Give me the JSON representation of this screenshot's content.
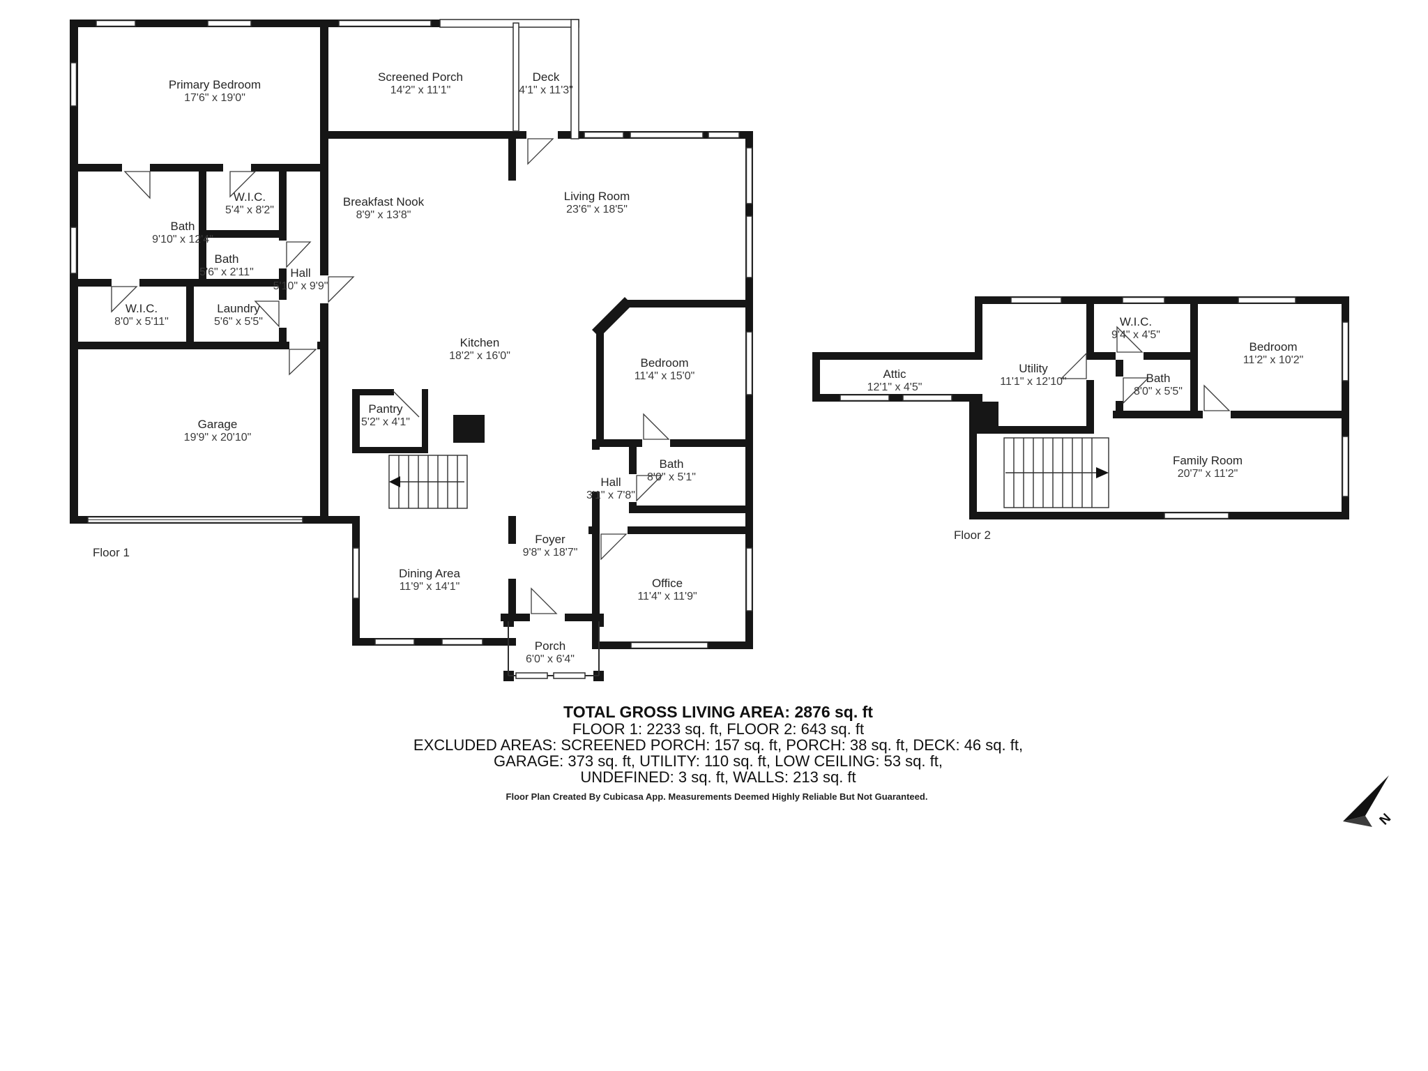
{
  "floor1": {
    "label": "Floor 1",
    "rooms": [
      {
        "name": "Primary Bedroom",
        "dims": "17'6\" x 19'0\""
      },
      {
        "name": "Screened Porch",
        "dims": "14'2\" x 11'1\""
      },
      {
        "name": "Deck",
        "dims": "4'1\" x 11'3\""
      },
      {
        "name": "W.I.C.",
        "dims": "5'4\" x 8'2\""
      },
      {
        "name": "Bath",
        "dims": "9'10\" x 12'4\""
      },
      {
        "name": "Bath",
        "dims": "5'6\" x 2'11\""
      },
      {
        "name": "Hall",
        "dims": "5'10\" x 9'9\""
      },
      {
        "name": "Breakfast Nook",
        "dims": "8'9\" x 13'8\""
      },
      {
        "name": "Living Room",
        "dims": "23'6\" x 18'5\""
      },
      {
        "name": "W.I.C.",
        "dims": "8'0\" x 5'11\""
      },
      {
        "name": "Laundry",
        "dims": "5'6\" x 5'5\""
      },
      {
        "name": "Kitchen",
        "dims": "18'2\" x 16'0\""
      },
      {
        "name": "Bedroom",
        "dims": "11'4\" x 15'0\""
      },
      {
        "name": "Garage",
        "dims": "19'9\" x 20'10\""
      },
      {
        "name": "Pantry",
        "dims": "5'2\" x 4'1\""
      },
      {
        "name": "Bath",
        "dims": "8'0\" x 5'1\""
      },
      {
        "name": "Hall",
        "dims": "3'1\" x 7'8\""
      },
      {
        "name": "Foyer",
        "dims": "9'8\" x 18'7\""
      },
      {
        "name": "Dining Area",
        "dims": "11'9\" x 14'1\""
      },
      {
        "name": "Office",
        "dims": "11'4\" x 11'9\""
      },
      {
        "name": "Porch",
        "dims": "6'0\" x 6'4\""
      }
    ]
  },
  "floor2": {
    "label": "Floor 2",
    "rooms": [
      {
        "name": "Attic",
        "dims": "12'1\" x 4'5\""
      },
      {
        "name": "Utility",
        "dims": "11'1\" x 12'10\""
      },
      {
        "name": "W.I.C.",
        "dims": "9'4\" x 4'5\""
      },
      {
        "name": "Bath",
        "dims": "8'0\" x 5'5\""
      },
      {
        "name": "Bedroom",
        "dims": "11'2\" x 10'2\""
      },
      {
        "name": "Family Room",
        "dims": "20'7\" x 11'2\""
      }
    ]
  },
  "summary": {
    "total": "TOTAL GROSS LIVING AREA: 2876 sq. ft",
    "floors": "FLOOR 1: 2233 sq. ft, FLOOR 2: 643 sq. ft",
    "excluded1": "EXCLUDED AREAS: SCREENED PORCH: 157 sq. ft, PORCH: 38 sq. ft, DECK: 46 sq. ft,",
    "excluded2": "GARAGE: 373 sq. ft, UTILITY: 110 sq. ft, LOW CEILING: 53 sq. ft,",
    "excluded3": "UNDEFINED: 3 sq. ft, WALLS: 213 sq. ft"
  },
  "footer": {
    "credit": "Floor Plan Created By Cubicasa App. Measurements Deemed Highly Reliable But Not Guaranteed."
  },
  "compass": {
    "label": "N"
  }
}
